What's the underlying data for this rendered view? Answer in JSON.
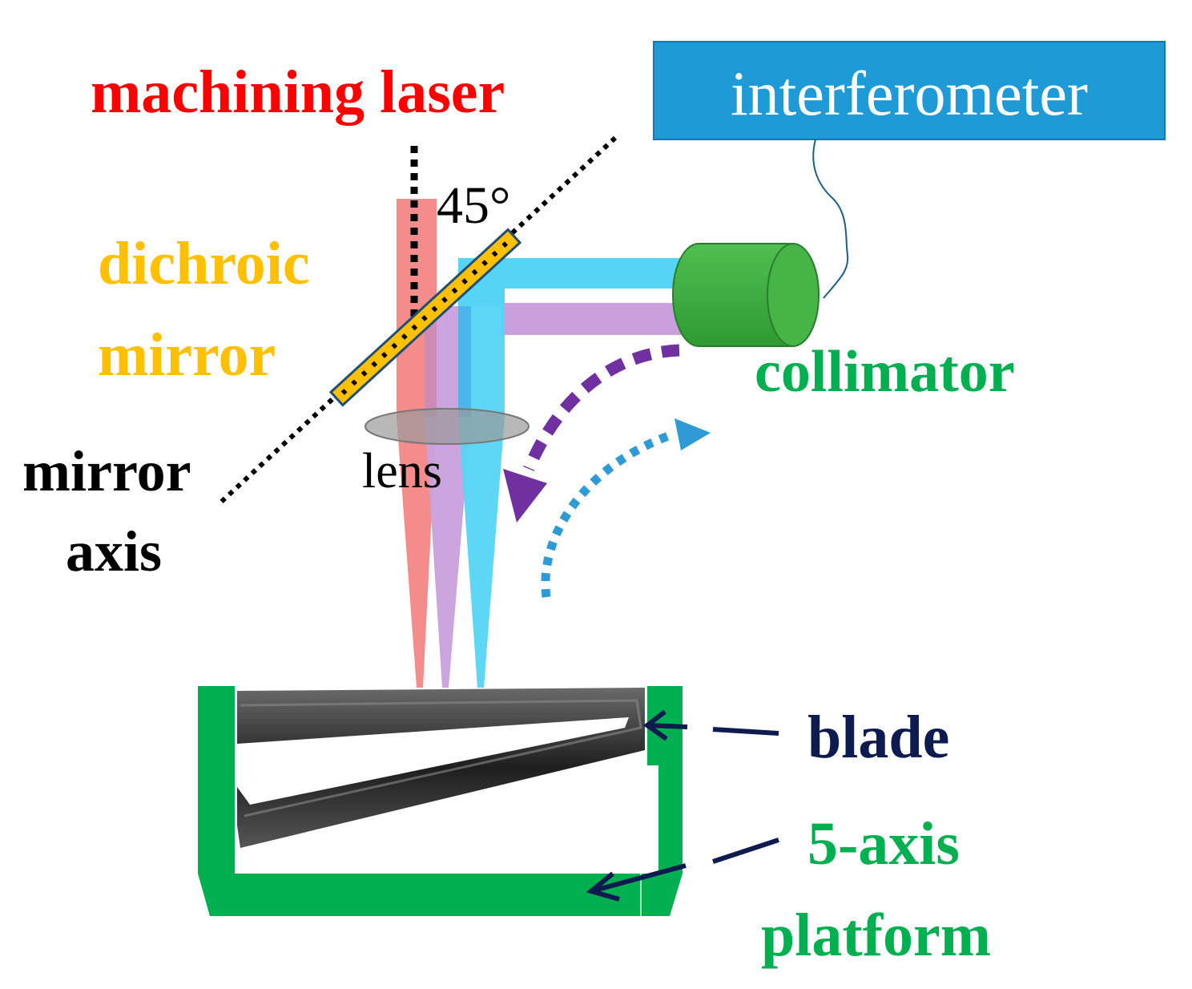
{
  "labels": {
    "machining_laser": "machining laser",
    "interferometer": "interferometer",
    "angle": "45°",
    "dichroic_line1": "dichroic",
    "dichroic_line2": "mirror",
    "collimator": "collimator",
    "lens": "lens",
    "mirror_axis_line1": "mirror",
    "mirror_axis_line2": "axis",
    "blade": "blade",
    "platform_line1": "5-axis",
    "platform_line2": "platform"
  },
  "colors": {
    "machining_laser": "#ff0000",
    "interferometer_box": "#1e9ad6",
    "interferometer_text": "#ffffff",
    "dichroic": "#ffc000",
    "collimator": "#3cb043",
    "collimator_text": "#00b050",
    "mirror_axis": "#000000",
    "blade_text": "#0d1b4f",
    "platform": "#00b050",
    "red_beam": "#f48080",
    "violet_beam": "#c9a0dc",
    "cyan_beam": "#55d4f5",
    "rotation_purple": "#7030a0",
    "rotation_blue": "#2e9bd6"
  }
}
